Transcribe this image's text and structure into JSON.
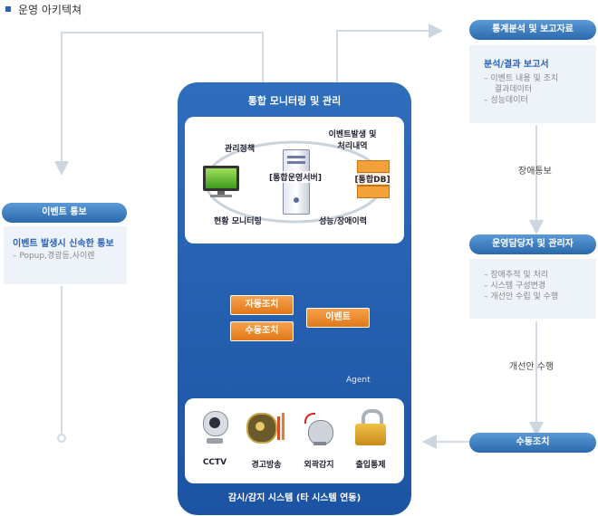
{
  "page_title": "운영 아키텍쳐",
  "event_notice": {
    "header": "이벤트 통보",
    "subhead": "이벤트 발생시 신속한 통보",
    "items": [
      "– Popup,경광등,사이렌"
    ]
  },
  "stats": {
    "header": "통계분석 및 보고자료",
    "subhead": "분석/결과 보고서",
    "items": [
      "– 이벤트 내용 및 조치",
      "  결과데이터",
      "– 성능데이터"
    ]
  },
  "fault_notice": "장애통보",
  "operator": {
    "header": "운영담당자 및 관리자",
    "items": [
      "– 장애추적 및 처리",
      "– 시스템 구성변경",
      "– 개선안 수립 및 수행"
    ]
  },
  "improve": "개선안 수행",
  "manual_action_right": "수동조치",
  "central": {
    "title": "통합 모니터링 및 관리",
    "policy": "관리정책",
    "event_history": [
      "이벤트발생 및",
      "처리내역"
    ],
    "server": "[통합운영서버]",
    "db": "[통합DB]",
    "monitoring": "현황 모니터링",
    "perf": "성능/장애이력",
    "auto": "자동조치",
    "manual": "수동조치",
    "event": "이벤트",
    "agent": "Agent",
    "devices": [
      "CCTV",
      "경고방송",
      "외곽감지",
      "출입통제"
    ],
    "footer": "감시/감지 시스템 (타 시스템 연동)"
  }
}
